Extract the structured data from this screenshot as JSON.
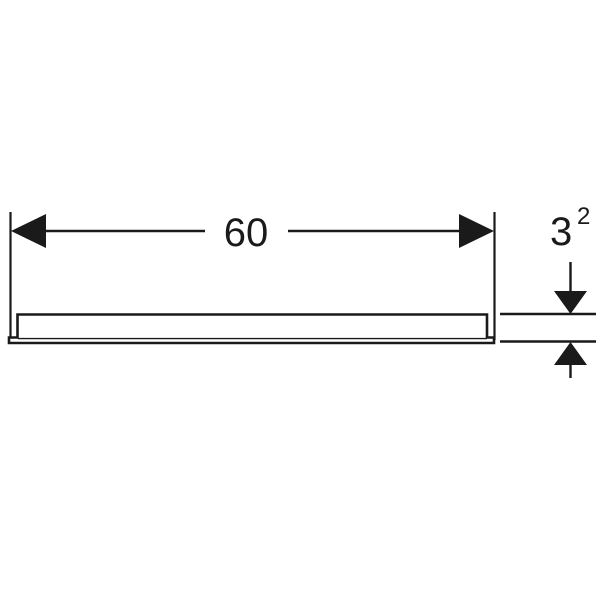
{
  "drawing": {
    "title": "Technical dimension drawing of shelf profile",
    "background_color": "#ffffff",
    "line_color": "#1a1a1a",
    "dimensions": {
      "width": {
        "label": "60",
        "icon": "double-arrow-horizontal-icon",
        "orientation": "horizontal"
      },
      "height": {
        "label": "3",
        "superscript": "2",
        "icon": "double-arrow-vertical-icon",
        "orientation": "vertical"
      }
    },
    "part": {
      "name": "shelf-profile-cross-section",
      "description": "Stepped rectangular profile with wider thin base plate"
    }
  }
}
